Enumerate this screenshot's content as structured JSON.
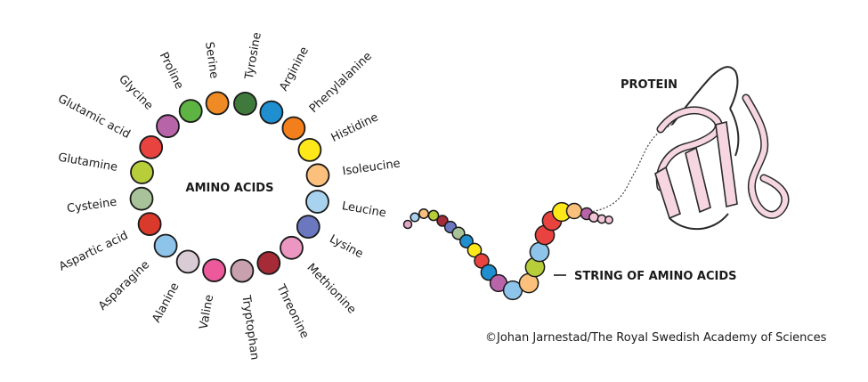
{
  "ring": {
    "title": "AMINO ACIDS",
    "acids": [
      {
        "name": "Serine",
        "color": "#f08a24"
      },
      {
        "name": "Tyrosine",
        "color": "#3f7a3c"
      },
      {
        "name": "Arginine",
        "color": "#1f8fd0"
      },
      {
        "name": "Phenylalanine",
        "color": "#f27f1b"
      },
      {
        "name": "Histidine",
        "color": "#ffe81a"
      },
      {
        "name": "Isoleucine",
        "color": "#fbc07c"
      },
      {
        "name": "Leucine",
        "color": "#a8d2ee"
      },
      {
        "name": "Lysine",
        "color": "#6b78bf"
      },
      {
        "name": "Methionine",
        "color": "#ec96c2"
      },
      {
        "name": "Threonine",
        "color": "#a52b36"
      },
      {
        "name": "Tryptophan",
        "color": "#c9a0ae"
      },
      {
        "name": "Valine",
        "color": "#ec5a9c"
      },
      {
        "name": "Alanine",
        "color": "#d9ccd4"
      },
      {
        "name": "Asparagine",
        "color": "#8ec3ea"
      },
      {
        "name": "Aspartic acid",
        "color": "#d93a2b"
      },
      {
        "name": "Cysteine",
        "color": "#a8c29a"
      },
      {
        "name": "Glutamine",
        "color": "#b8cd3a"
      },
      {
        "name": "Glutamic acid",
        "color": "#e8433e"
      },
      {
        "name": "Glycine",
        "color": "#b864a8"
      },
      {
        "name": "Proline",
        "color": "#5db442"
      }
    ]
  },
  "chain": {
    "label": "STRING OF AMINO ACIDS",
    "beads": [
      "#e0a6c8",
      "#a8d2ee",
      "#fbc07c",
      "#b8cd3a",
      "#a52b36",
      "#6b78bf",
      "#a8c29a",
      "#1f8fd0",
      "#ffe81a",
      "#e8433e",
      "#1f8fd0",
      "#b864a8",
      "#8ec3ea",
      "#fbc07c",
      "#b8cd3a",
      "#8ec3ea",
      "#e8433e",
      "#e8433e",
      "#ffe81a",
      "#fbc07c",
      "#b864a8",
      "#f2c4d8",
      "#f2c4d8",
      "#f2c4d8"
    ]
  },
  "protein": {
    "label": "PROTEIN",
    "fill": "#f6d6e0"
  },
  "credit": "©Johan Jarnestad/The Royal Swedish Academy of Sciences"
}
